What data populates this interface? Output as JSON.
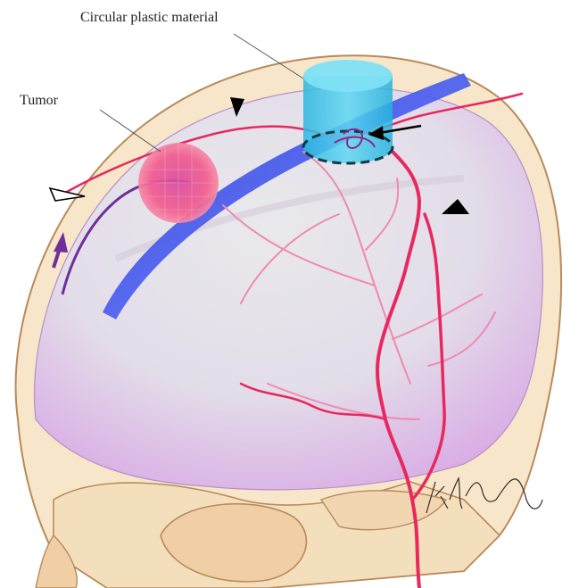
{
  "labels": {
    "circular_plastic": "Circular plastic material",
    "tumor": "Tumor"
  },
  "signature": "Kihihi",
  "colors": {
    "bone": "#f7e6c9",
    "bone_outline": "#b98a5a",
    "brain": "#e7dcea",
    "brain_pink": "#dcb0e6",
    "sinus": "#3a4fd8",
    "artery": "#e8285e",
    "artery_light": "#f08ab0",
    "tumor": "#f04d8a",
    "plastic": "#27c2e8",
    "vein_purple": "#6f2f9a"
  },
  "icons": {
    "filled_arrowheads": "black-triangle",
    "open_arrowhead": "white-triangle",
    "black_arrow": "arrow-pointing-left",
    "purple_arrow": "arrow-pointing-up"
  }
}
